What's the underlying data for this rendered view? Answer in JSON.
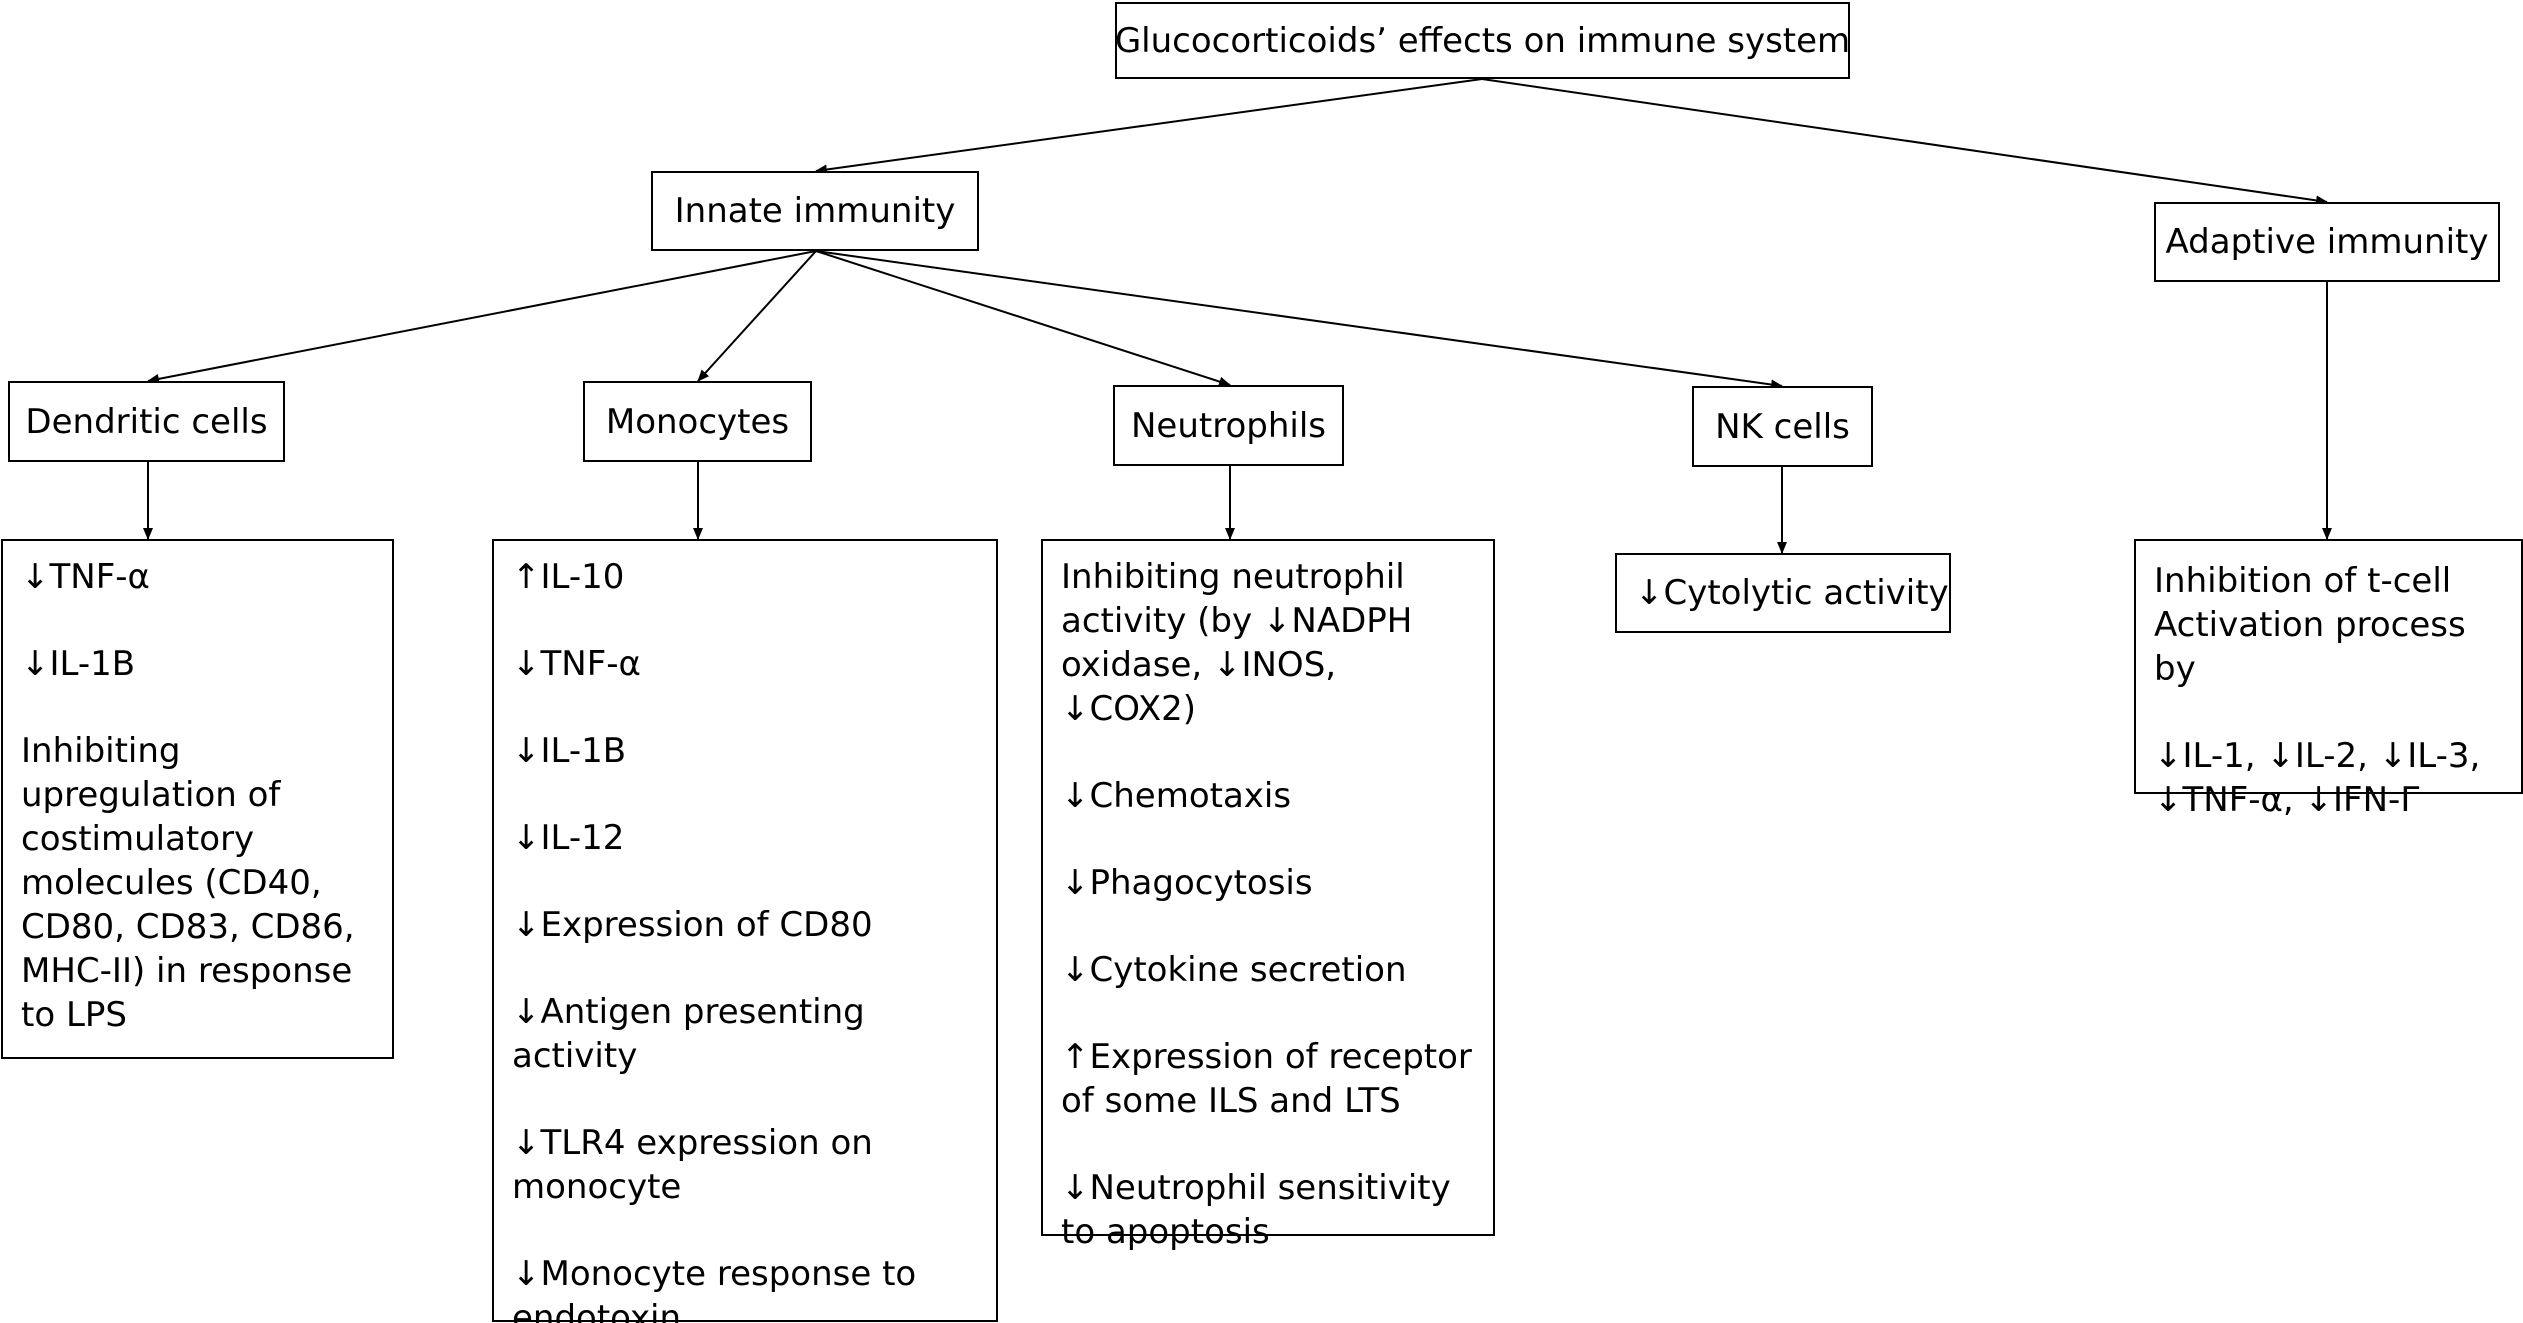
{
  "diagram": {
    "root": "Glucocorticoids’ effects on immune system",
    "innate": "Innate immunity",
    "adaptive": "Adaptive immunity",
    "dendritic": "Dendritic cells",
    "monocytes": "Monocytes",
    "neutrophils": "Neutrophils",
    "nk": "NK cells",
    "dendritic_effects": [
      "↓TNF-α",
      "↓IL-1B",
      "Inhibiting upregulation of costimulatory molecules (CD40, CD80, CD83, CD86, MHC-II) in response to LPS"
    ],
    "monocyte_effects": [
      "↑IL-10",
      "↓TNF-α",
      "↓IL-1B",
      "↓IL-12",
      "↓Expression of CD80",
      "↓Antigen presenting activity",
      "↓TLR4 expression on monocyte",
      "↓Monocyte response to endotoxin"
    ],
    "neutrophil_effects": [
      "Inhibiting neutrophil activity (by ↓NADPH oxidase, ↓INOS, ↓COX2)",
      "↓Chemotaxis",
      "↓Phagocytosis",
      "↓Cytokine secretion",
      "↑Expression of receptor of some ILS and LTS",
      "↓Neutrophil sensitivity to apoptosis"
    ],
    "nk_effects": [
      "↓Cytolytic activity"
    ],
    "adaptive_effects": [
      "Inhibition of t-cell Activation process by",
      "↓IL-1, ↓IL-2, ↓IL-3, ↓TNF-α, ↓IFN-Γ"
    ]
  }
}
